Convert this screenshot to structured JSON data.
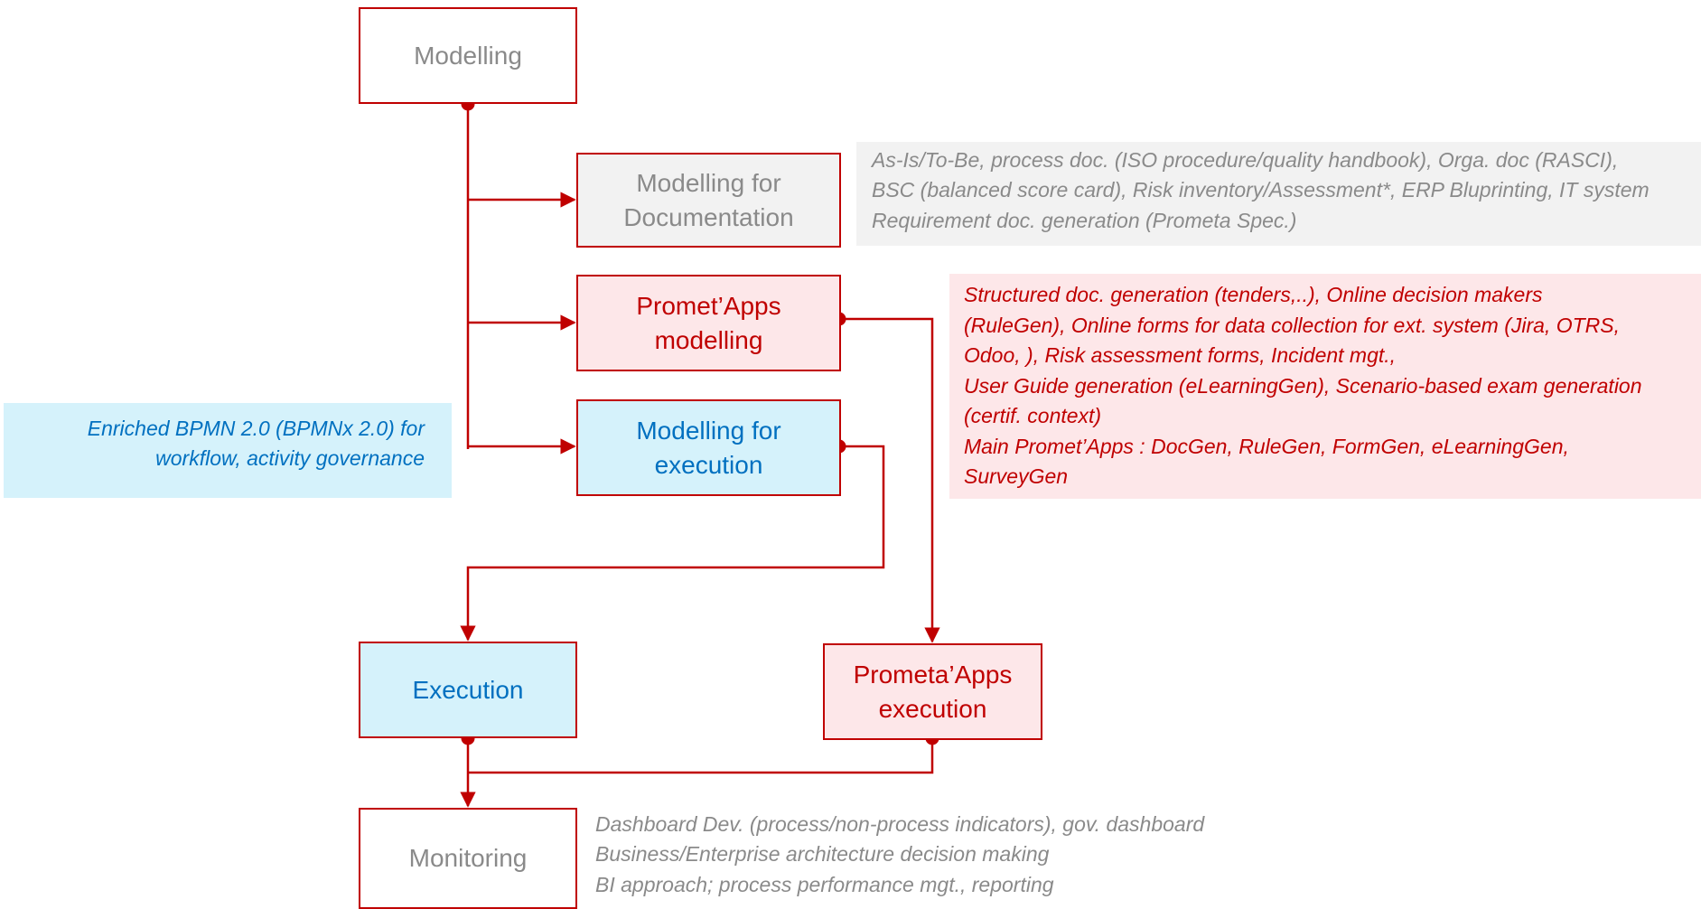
{
  "colors": {
    "connector": "#c00000",
    "grey_text": "#8a8a8a",
    "red_text": "#c00000",
    "blue_text": "#0070c0",
    "pink_fill": "#fde7e9",
    "blue_fill": "#d5f2fb",
    "grey_fill": "#f2f2f2"
  },
  "nodes": {
    "modelling": {
      "label": "Modelling"
    },
    "modelling_documentation": {
      "lines": [
        "Modelling for",
        "Documentation"
      ]
    },
    "prometapps_modelling": {
      "lines": [
        "Promet’Apps",
        "modelling"
      ]
    },
    "modelling_execution": {
      "lines": [
        "Modelling for",
        "execution"
      ]
    },
    "execution": {
      "label": "Execution"
    },
    "prometapps_execution": {
      "lines": [
        "Prometa’Apps",
        "execution"
      ]
    },
    "monitoring": {
      "label": "Monitoring"
    }
  },
  "notes": {
    "documentation": {
      "lines": [
        "As-Is/To-Be, process doc. (ISO procedure/quality handbook), Orga. doc (RASCI),",
        "BSC (balanced score card), Risk inventory/Assessment*, ERP Bluprinting, IT system",
        "Requirement doc. generation (Prometa Spec.)"
      ]
    },
    "prometapps": {
      "lines": [
        "Structured doc. generation (tenders,..), Online decision makers",
        "(RuleGen), Online forms for data collection for ext. system (Jira, OTRS,",
        "Odoo, ), Risk assessment forms, Incident mgt.,",
        "User Guide generation (eLearningGen), Scenario-based exam generation",
        "(certif. context)",
        "Main Promet’Apps : DocGen, RuleGen, FormGen, eLearningGen,",
        "SurveyGen"
      ]
    },
    "execution": {
      "lines": [
        "Enriched BPMN 2.0 (BPMNx 2.0) for",
        "workflow, activity governance"
      ]
    },
    "monitoring": {
      "lines": [
        "Dashboard Dev. (process/non-process indicators), gov. dashboard",
        "Business/Enterprise architecture decision making",
        "BI approach; process performance mgt., reporting"
      ]
    }
  }
}
